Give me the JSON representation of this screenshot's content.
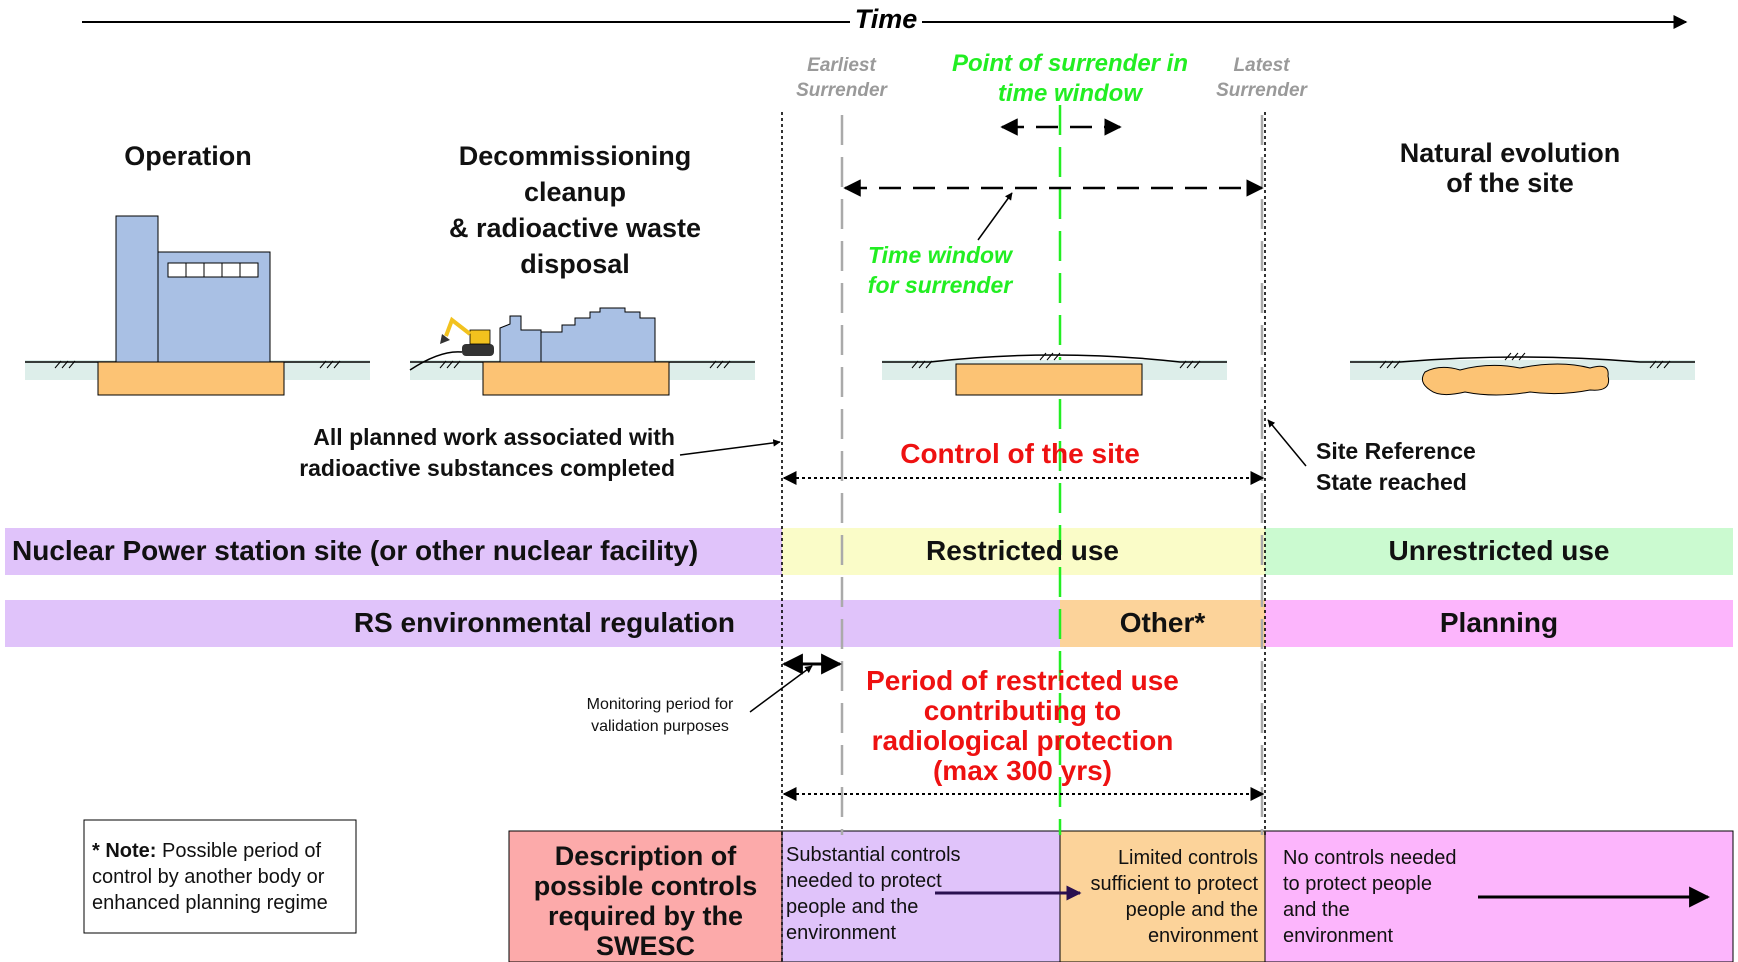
{
  "time_label": "Time",
  "stages": {
    "operation": "Operation",
    "decommissioning": [
      "Decommissioning",
      "cleanup",
      "& radioactive waste",
      "disposal"
    ],
    "natural": [
      "Natural evolution",
      "of the site"
    ]
  },
  "markers": {
    "earliest": [
      "Earliest",
      "Surrender"
    ],
    "latest": [
      "Latest",
      "Surrender"
    ],
    "point": [
      "Point of surrender in",
      "time window"
    ],
    "window": [
      "Time window",
      "for surrender"
    ]
  },
  "annotations": {
    "work_completed": [
      "All planned work associated with",
      "radioactive substances completed"
    ],
    "site_reference": [
      "Site Reference",
      "State reached"
    ],
    "control": "Control of the site",
    "monitoring": [
      "Monitoring period for",
      "validation purposes"
    ],
    "period": [
      "Period of restricted use",
      "contributing to",
      "radiological protection",
      "(max 300 yrs)"
    ]
  },
  "band1": {
    "nuclear_site": "Nuclear Power station site (or other nuclear facility)",
    "restricted": "Restricted use",
    "unrestricted": "Unrestricted use"
  },
  "band2": {
    "rs_regulation": "RS environmental regulation",
    "other": "Other*",
    "planning": "Planning"
  },
  "note": {
    "bold": "* Note:",
    "text_line1": " Possible period of",
    "text_line2": "control by another body or",
    "text_line3": "enhanced planning regime"
  },
  "controls": {
    "header": [
      "Description of",
      "possible controls",
      "required by the",
      "SWESC"
    ],
    "substantial": [
      "Substantial controls",
      "needed to protect",
      "people and the",
      "environment"
    ],
    "limited": [
      "Limited controls",
      "sufficient to protect",
      "people and the",
      "environment"
    ],
    "none": [
      "No controls needed",
      "to protect people",
      "and the",
      "environment"
    ]
  },
  "colors": {
    "purple": "#e0c3fa",
    "yellow": "#fafcc8",
    "light_green": "#cbfad0",
    "orange": "#fcd39a",
    "pink": "#fcb5fc",
    "salmon": "#fcaaaa",
    "green_text": "#22ee22",
    "red_text": "#ee1111",
    "building_blue": "#a9c0e4",
    "foundation": "#fcc374"
  }
}
